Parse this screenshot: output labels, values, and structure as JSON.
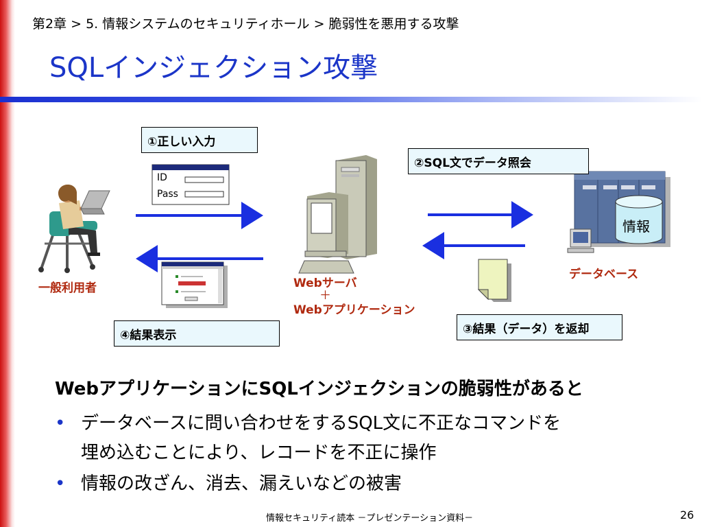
{
  "header": {
    "breadcrumb": "第2章 > 5. 情報システムのセキュリティホール > 脆弱性を悪用する攻撃",
    "title": "SQLインジェクション攻撃"
  },
  "diagram": {
    "step1_label": "①正しい入力",
    "step2_label": "②SQL文でデータ照会",
    "step3_label": "③結果（データ）を返却",
    "step4_label": "④結果表示",
    "user_label": "一般利用者",
    "server_label_line1": "Webサーバ",
    "server_label_plus": "＋",
    "server_label_line2": "Webアプリケーション",
    "database_label": "データベース",
    "database_content": "情報",
    "form_id_label": "ID",
    "form_pass_label": "Pass",
    "arrow_color": "#1a2fe0",
    "label_bg_color": "#eaf8fd",
    "red_text_color": "#b02a10"
  },
  "body": {
    "heading": "WebアプリケーションにSQLインジェクションの脆弱性があると",
    "bullet_marker": "•",
    "bullets": [
      {
        "line1": "データベースに問い合わせをするSQL文に不正なコマンドを",
        "line2": "埋め込むことにより、レコードを不正に操作"
      },
      {
        "line1": "情報の改ざん、消去、漏えいなどの被害"
      }
    ]
  },
  "footer": {
    "text": "情報セキュリティ読本 －プレゼンテーション資料－",
    "page_number": "26"
  }
}
